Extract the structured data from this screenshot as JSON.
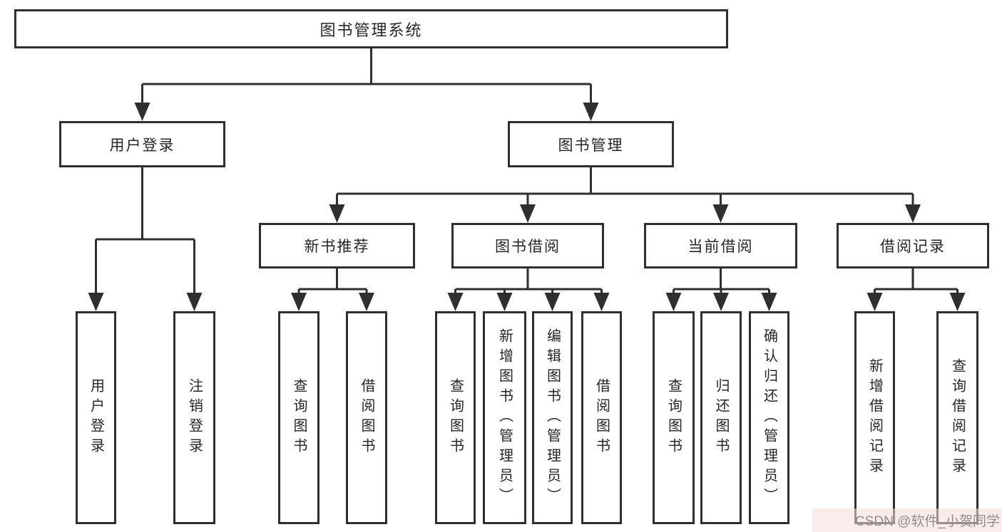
{
  "level1": {
    "label": "图书管理系统"
  },
  "level2": [
    {
      "label": "用户登录"
    },
    {
      "label": "图书管理"
    }
  ],
  "level3": [
    {
      "label": "新书推荐"
    },
    {
      "label": "图书借阅"
    },
    {
      "label": "当前借阅"
    },
    {
      "label": "借阅记录"
    }
  ],
  "level4": [
    {
      "label": "用户登录"
    },
    {
      "label": "注销登录"
    },
    {
      "label": "查询图书"
    },
    {
      "label": "借阅图书"
    },
    {
      "label": "查询图书"
    },
    {
      "label": "新增图书（管理员）"
    },
    {
      "label": "编辑图书（管理员）"
    },
    {
      "label": "借阅图书"
    },
    {
      "label": "查询图书"
    },
    {
      "label": "归还图书"
    },
    {
      "label": "确认归还（管理员）"
    },
    {
      "label": "新增借阅记录"
    },
    {
      "label": "查询借阅记录"
    }
  ],
  "watermark": {
    "text": "CSDN @软件_小贺同学"
  },
  "colors": {
    "line": "#2f2f2f",
    "box_border": "#2f2f2f",
    "box_bg": "#ffffff",
    "text": "#262626",
    "wm_text": "#8f8f8f"
  }
}
